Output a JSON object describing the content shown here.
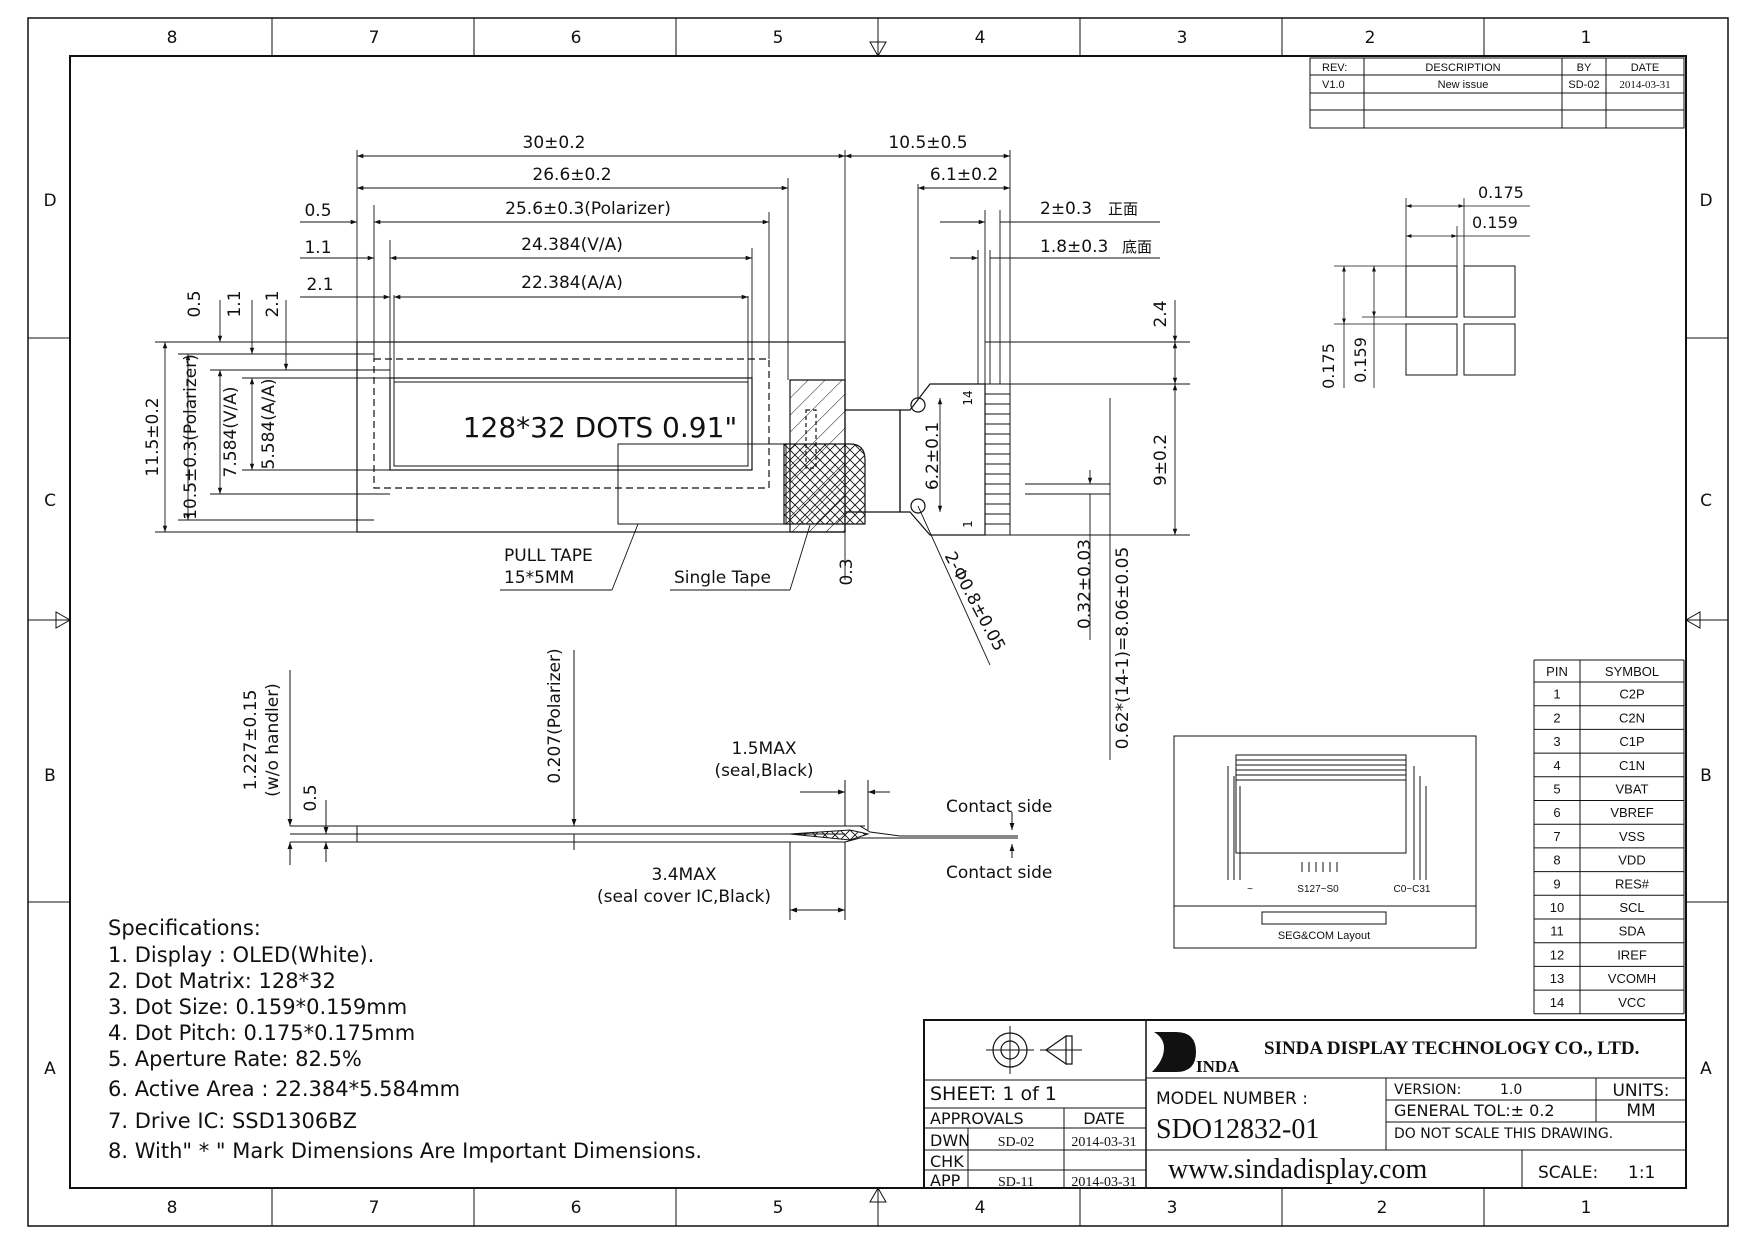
{
  "border": {
    "columns_top": [
      "8",
      "7",
      "6",
      "5",
      "4",
      "3",
      "2",
      "1"
    ],
    "columns_bottom": [
      "8",
      "7",
      "6",
      "5",
      "4",
      "3",
      "2",
      "1"
    ],
    "rows": [
      "D",
      "C",
      "B",
      "A"
    ]
  },
  "revision": {
    "headers": [
      "REV:",
      "DESCRIPTION",
      "BY",
      "DATE"
    ],
    "row": [
      "V1.0",
      "New issue",
      "SD-02",
      "2014-03-31"
    ]
  },
  "dims_top": {
    "d30": "30±0.2",
    "d266": "26.6±0.2",
    "d256": "25.6±0.3(Polarizer)",
    "d24384": "24.384(V/A)",
    "d22384": "22.384(A/A)",
    "d05": "0.5",
    "d11": "1.1",
    "d21": "2.1",
    "d105": "10.5±0.5",
    "d61": "6.1±0.2",
    "d2": "2±0.3",
    "d2_cn": "正面",
    "d18": "1.8±0.3",
    "d18_cn": "底面"
  },
  "dims_left": {
    "v05": "0.5",
    "v11": "1.1",
    "v21": "2.1",
    "v115": "11.5±0.2",
    "v105": "10.5±0.3(Polarizer)",
    "v7584": "7.584(V/A)",
    "v5584": "5.584(A/A)"
  },
  "dims_right": {
    "r24": "2.4",
    "r9": "9±0.2",
    "r62": "6.2±0.1",
    "r03": "0.3",
    "r032": "0.32±0.03",
    "r062": "0.62*(14-1)=8.06±0.05",
    "holes": "2-Φ0.8±0.05",
    "pin14": "14",
    "pin1": "1"
  },
  "display_text": "128*32 DOTS 0.91\"",
  "labels": {
    "pull_tape_1": "PULL TAPE",
    "pull_tape_2": "15*5MM",
    "single_tape": "Single Tape"
  },
  "dot_detail": {
    "h175": "0.175",
    "h159": "0.159",
    "v175": "0.175",
    "v159": "0.159"
  },
  "side_view": {
    "v1227_1": "1.227±0.15",
    "v1227_2": "(w/o handler)",
    "v05": "0.5",
    "v0207": "0.207(Polarizer)",
    "seal_1": "1.5MAX",
    "seal_2": "(seal,Black)",
    "cover_1": "3.4MAX",
    "cover_2": "(seal cover IC,Black)",
    "contact_top": "Contact side",
    "contact_bottom": "Contact side"
  },
  "layout_box": {
    "s_label": "S127~S0",
    "c_label": "C0~C31",
    "tilde": "~",
    "caption": "SEG&COM Layout"
  },
  "pin_table": {
    "headers": [
      "PIN",
      "SYMBOL"
    ],
    "rows": [
      [
        "1",
        "C2P"
      ],
      [
        "2",
        "C2N"
      ],
      [
        "3",
        "C1P"
      ],
      [
        "4",
        "C1N"
      ],
      [
        "5",
        "VBAT"
      ],
      [
        "6",
        "VBREF"
      ],
      [
        "7",
        "VSS"
      ],
      [
        "8",
        "VDD"
      ],
      [
        "9",
        "RES#"
      ],
      [
        "10",
        "SCL"
      ],
      [
        "11",
        "SDA"
      ],
      [
        "12",
        "IREF"
      ],
      [
        "13",
        "VCOMH"
      ],
      [
        "14",
        "VCC"
      ]
    ]
  },
  "specifications": {
    "title": "Specifications:",
    "items": [
      "1. Display :   OLED(White).",
      "2. Dot Matrix:   128*32",
      "3. Dot Size:    0.159*0.159mm",
      "4. Dot Pitch:   0.175*0.175mm",
      "5. Aperture Rate:   82.5%",
      "6. Active Area : 22.384*5.584mm",
      "7. Drive IC: SSD1306BZ",
      "8. With\" * \" Mark Dimensions Are Important Dimensions."
    ]
  },
  "title_block": {
    "logo_text": "INDA",
    "company": "SINDA DISPLAY TECHNOLOGY CO., LTD.",
    "sheet": "SHEET:  1  of  1",
    "approvals": "APPROVALS",
    "date_header": "DATE",
    "approval_rows": [
      {
        "role": "DWN",
        "by": "SD-02",
        "date": "2014-03-31"
      },
      {
        "role": "CHK",
        "by": "",
        "date": ""
      },
      {
        "role": "APP",
        "by": "SD-11",
        "date": "2014-03-31"
      }
    ],
    "model_label": "MODEL NUMBER :",
    "model_number": "SDO12832-01",
    "version_label": "VERSION:",
    "version_value": "1.0",
    "tol": "GENERAL TOL:± 0.2",
    "do_not_scale": "DO NOT SCALE THIS DRAWING.",
    "units_label": "UNITS:",
    "units_value": "MM",
    "website": "www.sindadisplay.com",
    "scale_label": "SCALE:",
    "scale_value": "1:1"
  }
}
